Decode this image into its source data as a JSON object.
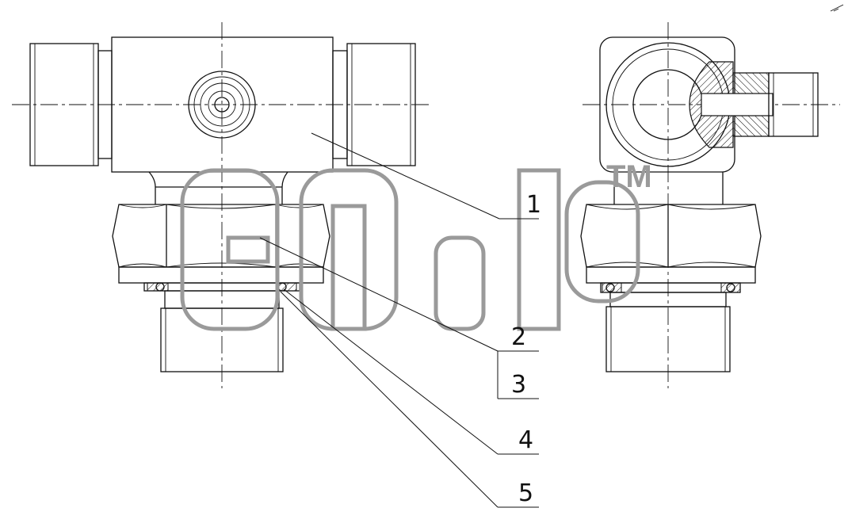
{
  "callouts": [
    "1",
    "2",
    "3",
    "4",
    "5"
  ],
  "watermark": {
    "trademark": "TM"
  },
  "colors": {
    "line": "#111111",
    "watermark": "#9a9a9a",
    "background": "#ffffff"
  }
}
